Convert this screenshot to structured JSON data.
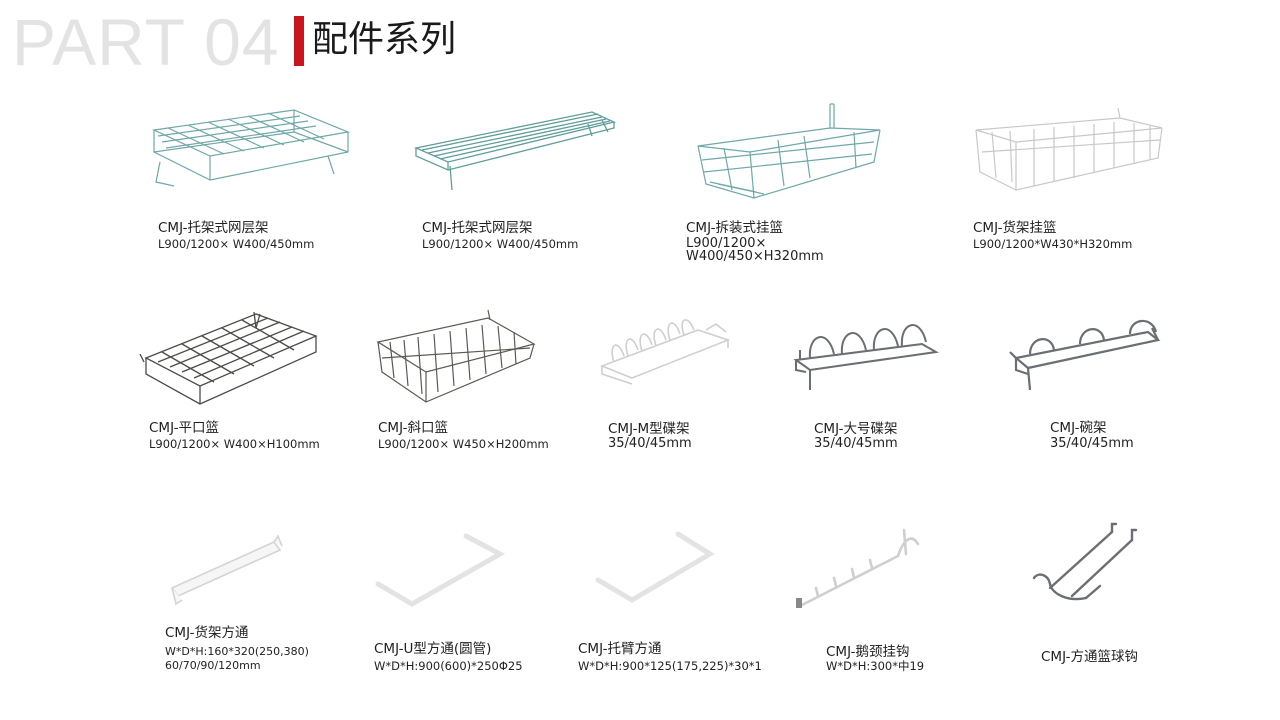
{
  "header": {
    "part_label": "PART 04",
    "title": "配件系列"
  },
  "colors": {
    "accent_red": "#c8161d",
    "teal_wire": "#6fa8a8",
    "white_wire": "#c8c8c8",
    "grey_wire": "#6b6e72",
    "dark_wire": "#4b4b48"
  },
  "products": [
    {
      "name": "CMJ-托架式网层架",
      "spec": "L900/1200× W400/450mm",
      "icon": "wire-shelf-icon"
    },
    {
      "name": "CMJ-托架式网层架",
      "spec": "L900/1200× W400/450mm",
      "icon": "flat-wire-shelf-icon"
    },
    {
      "name": "CMJ-拆装式挂篮",
      "spec": "L900/1200×",
      "spec2": "W400/450×H320mm",
      "icon": "hanging-basket-icon"
    },
    {
      "name": "CMJ-货架挂篮",
      "spec": "L900/1200*W430*H320mm",
      "icon": "white-hanging-basket-icon"
    },
    {
      "name": "CMJ-平口篮",
      "spec": "L900/1200× W400×H100mm",
      "icon": "flat-basket-icon"
    },
    {
      "name": "CMJ-斜口篮",
      "spec": "L900/1200× W450×H200mm",
      "icon": "slant-basket-icon"
    },
    {
      "name": "CMJ-M型碟架",
      "spec": "35/40/45mm",
      "icon": "plate-rack-icon"
    },
    {
      "name": "CMJ-大号碟架",
      "spec": "35/40/45mm",
      "icon": "large-plate-rack-icon"
    },
    {
      "name": "CMJ-碗架",
      "spec": "35/40/45mm",
      "icon": "bowl-rack-icon"
    },
    {
      "name": "CMJ-货架方通",
      "spec": "W*D*H:160*320(250,380)",
      "spec2": "60/70/90/120mm",
      "icon": "shelf-bar-icon"
    },
    {
      "name": "CMJ-U型方通(圆管)",
      "spec": "W*D*H:900(600)*250Φ25",
      "icon": "u-tube-icon"
    },
    {
      "name": "CMJ-托臂方通",
      "spec": "W*D*H:900*125(175,225)*30*1",
      "icon": "arm-bar-icon"
    },
    {
      "name": "CMJ-鹅颈挂钩",
      "spec": "W*D*H:300*中19",
      "icon": "gooseneck-hook-icon"
    },
    {
      "name": "CMJ-方通篮球钩",
      "icon": "ball-hook-icon"
    }
  ]
}
